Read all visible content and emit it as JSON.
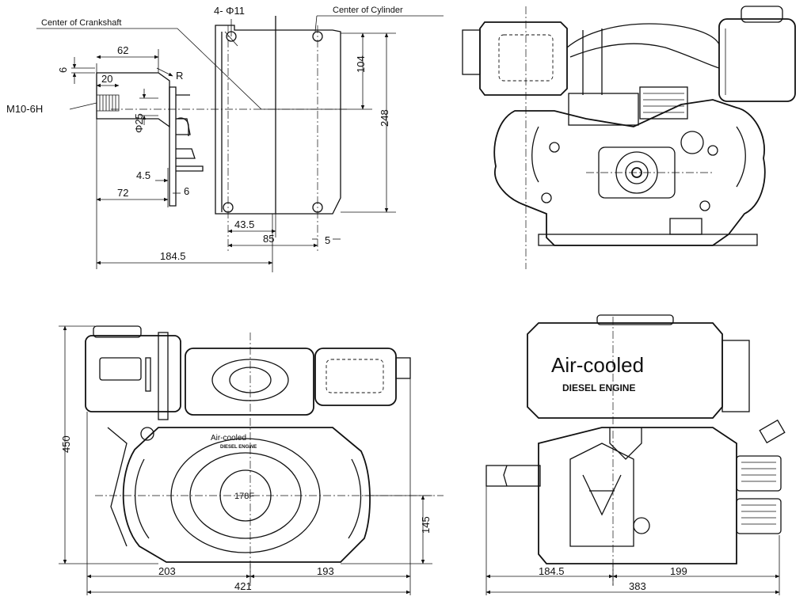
{
  "side_view": {
    "label_crankshaft": "Center of Crankshaft",
    "label_cylinder": "Center of Cylinder",
    "label_holes": "4- Φ11",
    "label_thread": "M10-6H",
    "label_radius": "R",
    "dims": {
      "d62": "62",
      "d6_top": "6",
      "d20": "20",
      "d25": "Φ25",
      "d4_5": "4.5",
      "d6_low": "6",
      "d72": "72",
      "d104": "104",
      "d248": "248",
      "d43_5": "43.5",
      "d85": "85",
      "d5": "5",
      "d184_5": "184.5"
    }
  },
  "front_view": {
    "badge_title": "Air-cooled",
    "badge_sub": "DIESEL ENGINE",
    "model": "178F",
    "dims": {
      "d450": "450",
      "d145": "145",
      "d203": "203",
      "d193": "193",
      "d421": "421"
    }
  },
  "right_view": {
    "badge_title": "Air-cooled",
    "badge_sub": "DIESEL ENGINE",
    "dims": {
      "d184_5": "184.5",
      "d199": "199",
      "d383": "383"
    }
  }
}
